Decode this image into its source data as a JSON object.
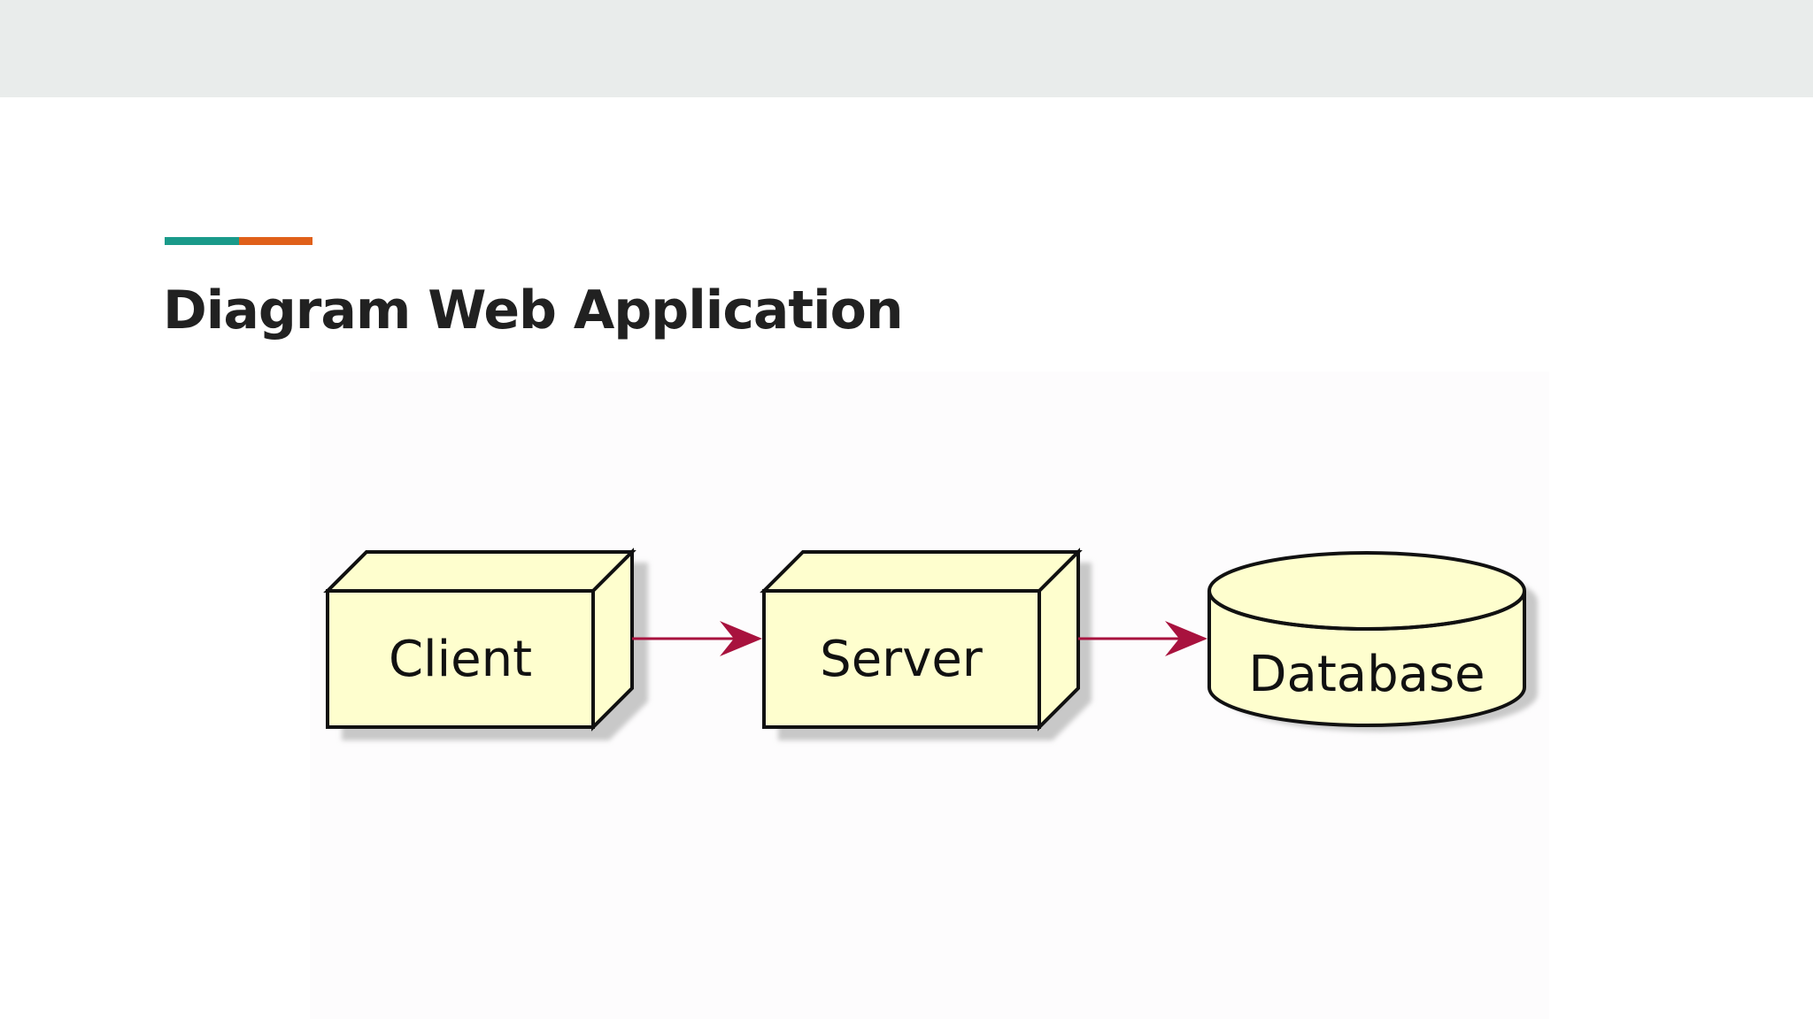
{
  "slide": {
    "title": "Diagram Web Application",
    "accent_colors": [
      "#1a9a8a",
      "#e0601a"
    ]
  },
  "diagram": {
    "type": "deployment",
    "colors": {
      "fill": "#fefece",
      "stroke": "#111111",
      "arrow": "#a8123e",
      "shadow": "#c8c8c8"
    },
    "nodes": [
      {
        "id": "client",
        "label": "Client",
        "shape": "node"
      },
      {
        "id": "server",
        "label": "Server",
        "shape": "node"
      },
      {
        "id": "database",
        "label": "Database",
        "shape": "database"
      }
    ],
    "edges": [
      {
        "from": "client",
        "to": "server"
      },
      {
        "from": "server",
        "to": "database"
      }
    ]
  }
}
